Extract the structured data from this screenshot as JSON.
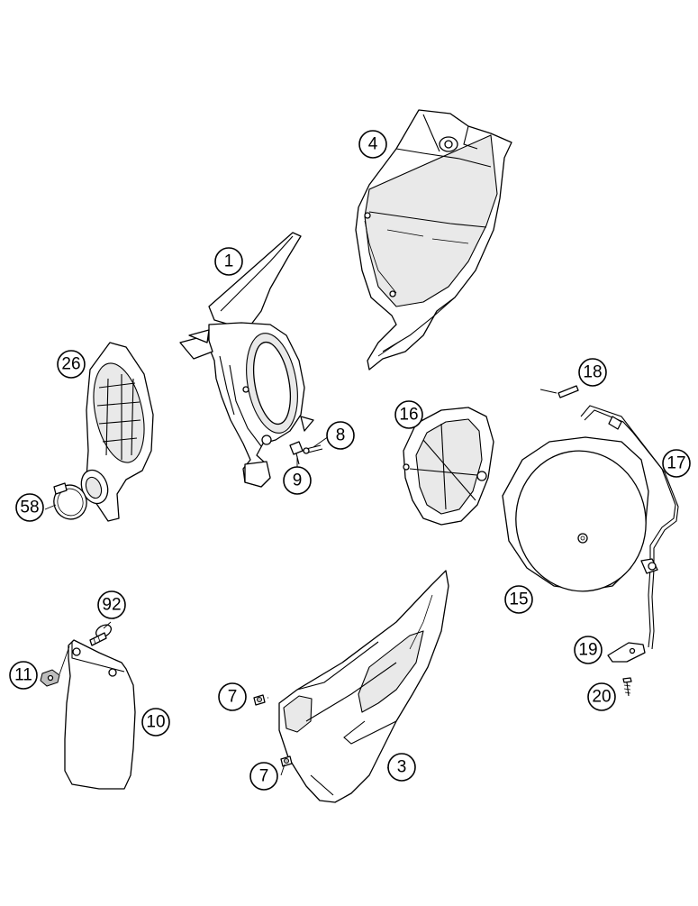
{
  "diagram": {
    "callouts": [
      {
        "id": "c1",
        "label": "1"
      },
      {
        "id": "c3",
        "label": "3"
      },
      {
        "id": "c4",
        "label": "4"
      },
      {
        "id": "c7a",
        "label": "7"
      },
      {
        "id": "c7b",
        "label": "7"
      },
      {
        "id": "c8",
        "label": "8"
      },
      {
        "id": "c9",
        "label": "9"
      },
      {
        "id": "c10",
        "label": "10"
      },
      {
        "id": "c11",
        "label": "11"
      },
      {
        "id": "c15",
        "label": "15"
      },
      {
        "id": "c16",
        "label": "16"
      },
      {
        "id": "c17",
        "label": "17"
      },
      {
        "id": "c18",
        "label": "18"
      },
      {
        "id": "c19",
        "label": "19"
      },
      {
        "id": "c20",
        "label": "20"
      },
      {
        "id": "c26",
        "label": "26"
      },
      {
        "id": "c58",
        "label": "58"
      },
      {
        "id": "c92",
        "label": "92"
      }
    ]
  }
}
